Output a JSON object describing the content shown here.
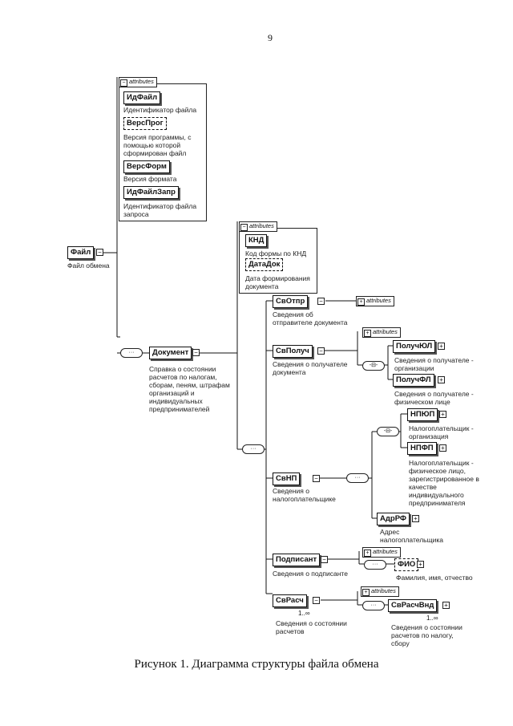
{
  "page_number": "9",
  "caption": "Рисунок 1. Диаграмма структуры файла обмена",
  "attr_label": "attributes",
  "root": {
    "name": "Файл",
    "desc": "Файл обмена"
  },
  "file_attrs": [
    {
      "name": "ИдФайл",
      "desc": [
        "Идентификатор файла"
      ]
    },
    {
      "name": "ВерсПрог",
      "desc": [
        "Версия программы, с",
        "помощью которой",
        "сформирован файл"
      ]
    },
    {
      "name": "ВерсФорм",
      "desc": [
        "Версия формата"
      ]
    },
    {
      "name": "ИдФайлЗапр",
      "desc": [
        "Идентификатор файла",
        "запроса"
      ]
    }
  ],
  "document": {
    "name": "Документ",
    "desc": [
      "Справка о состоянии",
      "расчетов по налогам,",
      "сборам, пеням, штрафам",
      "организаций и",
      "индивидуальных",
      "предпринимателей"
    ]
  },
  "doc_attrs": [
    {
      "name": "КНД",
      "desc": [
        "Код формы по КНД"
      ]
    },
    {
      "name": "ДатаДок",
      "desc": [
        "Дата формирования",
        "документа"
      ]
    }
  ],
  "sv_otpr": {
    "name": "СвОтпр",
    "desc": [
      "Сведения об",
      "отправителе документа"
    ]
  },
  "sv_poluch": {
    "name": "СвПолуч",
    "desc": [
      "Сведения о получателе",
      "документа"
    ]
  },
  "poluch_yul": {
    "name": "ПолучЮЛ",
    "desc": [
      "Сведения о получателе -",
      "организации"
    ]
  },
  "poluch_fl": {
    "name": "ПолучФЛ",
    "desc": [
      "Сведения о получателе -",
      "физическом лице"
    ]
  },
  "sv_np": {
    "name": "СвНП",
    "desc": [
      "Сведения о",
      "налогоплательщике"
    ]
  },
  "np_yup": {
    "name": "НПЮП",
    "desc": [
      "Налогоплательщик -",
      "организация"
    ]
  },
  "np_fp": {
    "name": "НПФП",
    "desc": [
      "Налогоплательщик -",
      "физическое лицо,",
      "зарегистрированное в",
      "качестве",
      "индивидуального",
      "предпринимателя"
    ]
  },
  "adr_rf": {
    "name": "АдрРФ",
    "desc": [
      "Адрес",
      "налогоплательщика"
    ]
  },
  "podpisant": {
    "name": "Подписант",
    "desc": [
      "Сведения о подписанте"
    ]
  },
  "fio": {
    "name": "ФИО",
    "desc": [
      "Фамилия, имя, отчество"
    ]
  },
  "sv_rasch": {
    "name": "СвРасч",
    "desc": [
      "Сведения о состоянии",
      "расчетов"
    ],
    "mult": "1..∞"
  },
  "sv_rasch_vnd": {
    "name": "СвРасчВнд",
    "desc": [
      "Сведения о состоянии",
      "расчетов по налогу,",
      "сбору"
    ],
    "mult": "1..∞"
  }
}
